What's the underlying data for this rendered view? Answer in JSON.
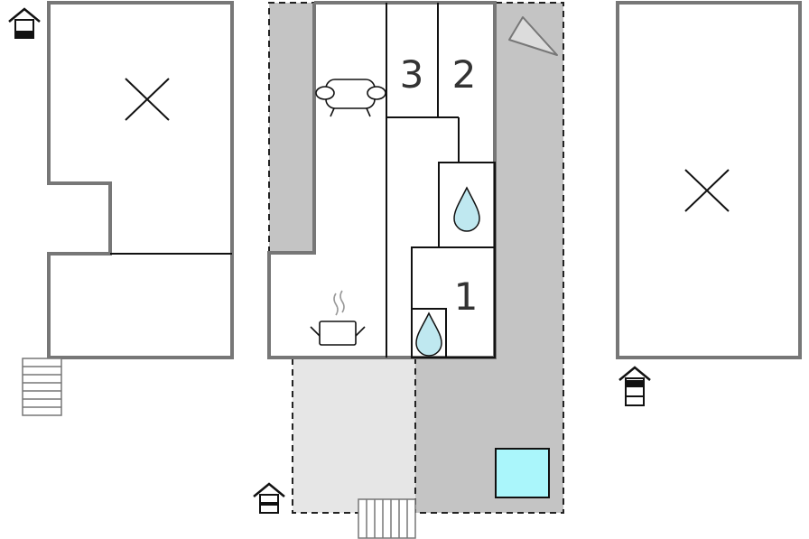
{
  "colors": {
    "wall": "#777777",
    "line": "#111111",
    "terrace_dark": "#c4c4c4",
    "terrace_light": "#e6e6e6",
    "water": "#bfe8f0",
    "pool": "#aaf6fb"
  },
  "rooms": [
    {
      "id": "bedroom-3",
      "label": "3"
    },
    {
      "id": "bedroom-2",
      "label": "2"
    },
    {
      "id": "bedroom-1",
      "label": "1"
    }
  ],
  "icons": [
    "house-entrance-icon",
    "sofa-icon",
    "cooking-pot-icon",
    "water-drop-icon",
    "pool-icon",
    "compass-icon",
    "stairs-icon",
    "void-cross-icon"
  ]
}
